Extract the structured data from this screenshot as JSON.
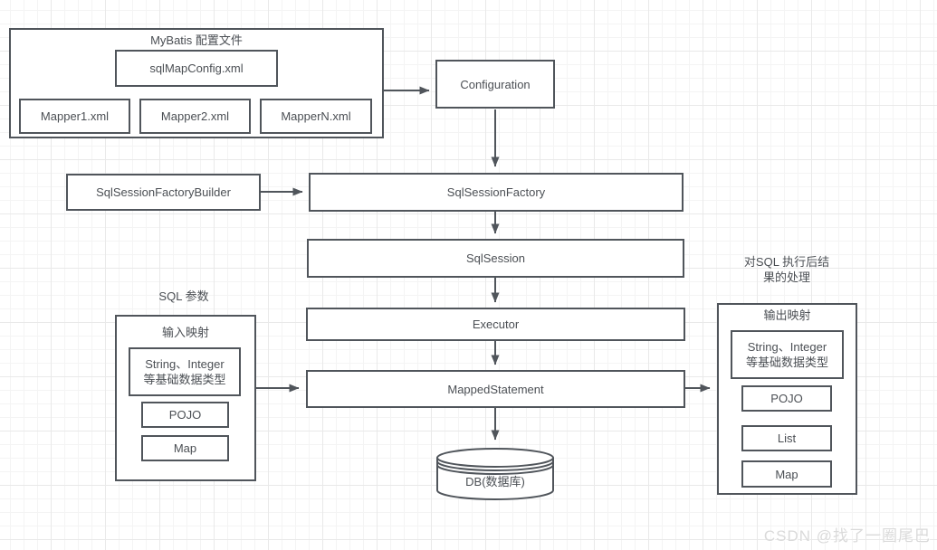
{
  "watermark": "CSDN @找了一圈尾巴",
  "colors": {
    "stroke": "#50555b",
    "text": "#4b4f54",
    "grid_minor": "#f4f4f4",
    "grid_major": "#e9e9e9",
    "watermark": "#dadada"
  },
  "config_group": {
    "title": "MyBatis 配置文件",
    "main_file": "sqlMapConfig.xml",
    "mappers": [
      "Mapper1.xml",
      "Mapper2.xml",
      "MapperN.xml"
    ]
  },
  "flow": {
    "configuration": "Configuration",
    "builder": "SqlSessionFactoryBuilder",
    "factory": "SqlSessionFactory",
    "session": "SqlSession",
    "executor": "Executor",
    "mapped_statement": "MappedStatement",
    "database": "DB(数据库)"
  },
  "input_mapping": {
    "caption": "SQL 参数",
    "title": "输入映射",
    "items": [
      "String、Integer\n等基础数据类型",
      "POJO",
      "Map"
    ]
  },
  "output_mapping": {
    "caption": "对SQL 执行后结\n果的处理",
    "title": "输出映射",
    "items": [
      "String、Integer\n等基础数据类型",
      "POJO",
      "List",
      "Map"
    ]
  }
}
